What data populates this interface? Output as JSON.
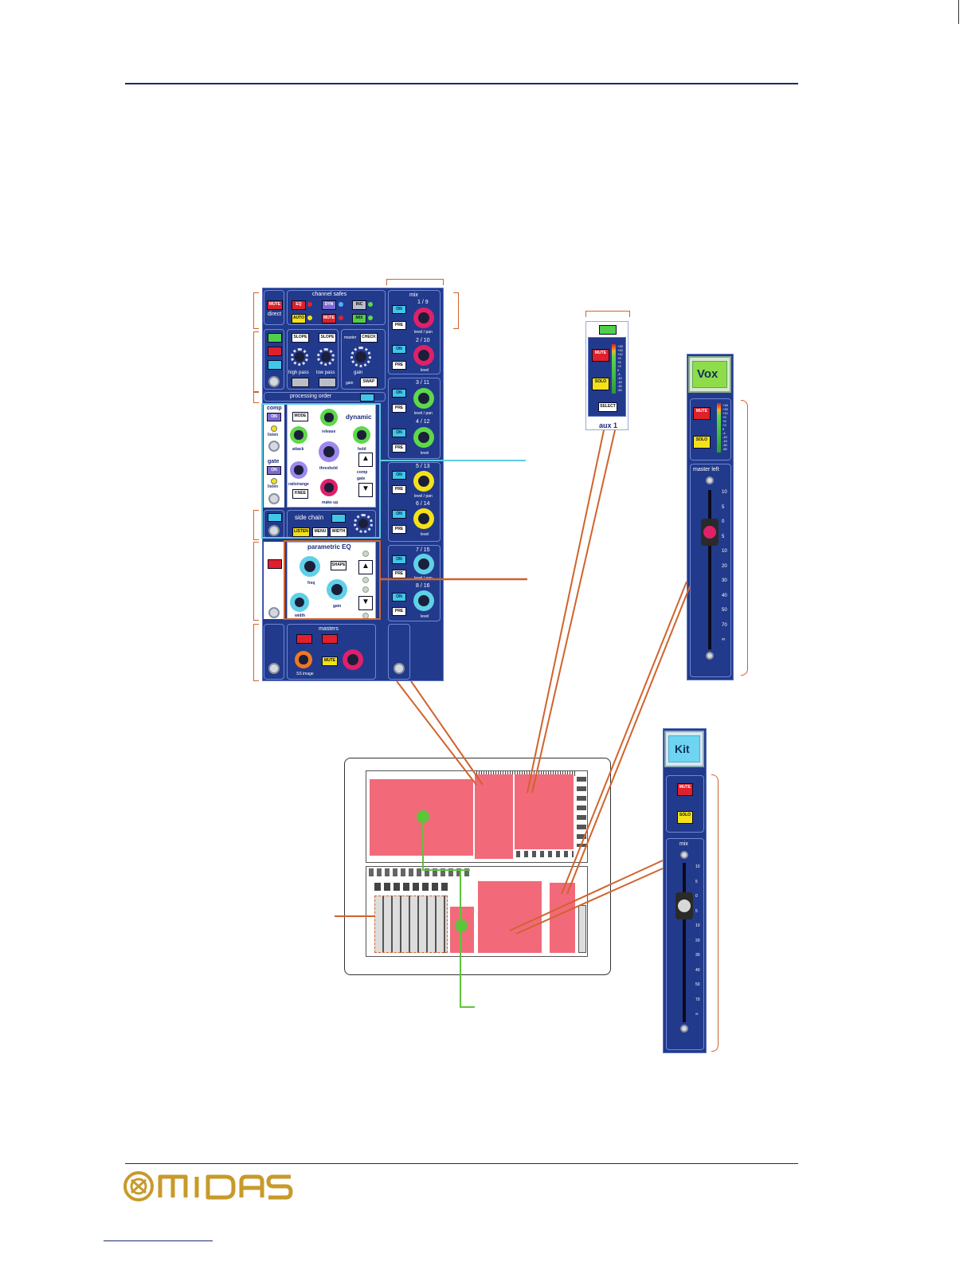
{
  "panel": {
    "direct": {
      "mute": "MUTE",
      "label": "direct"
    },
    "channel_safes": {
      "title": "channel safes",
      "eq": "EQ",
      "dyn": "DYN",
      "inc": "INC",
      "auto": "AUTO",
      "mute": "MUTE",
      "mix": "MIX"
    },
    "filters": {
      "slope1": "SLOPE",
      "slope2": "SLOPE",
      "master": "master",
      "check": "CHECK",
      "high_pass": "high pass",
      "low_pass": "low pass",
      "gain": "gain",
      "gain2": "gain",
      "swap": "SWAP"
    },
    "processing_order": "processing order",
    "comp": {
      "title": "comp",
      "on": "ON",
      "listen": "listen"
    },
    "gate": {
      "title": "gate",
      "on": "ON",
      "listen": "listen"
    },
    "dynamic": {
      "title": "dynamic",
      "mode": "MODE",
      "release": "release",
      "attack": "attack",
      "hold": "hold",
      "threshold": "threshold",
      "ratio_range": "ratio/range",
      "comp_gate": "comp gate",
      "knee": "KNEE",
      "make_up": "make up"
    },
    "side_chain": {
      "title": "side chain",
      "listen": "LISTEN",
      "menu": "MENU",
      "width": "WIDTH"
    },
    "peq": {
      "title": "parametric EQ",
      "shape": "SHAPE",
      "freq": "freq",
      "gain": "gain",
      "width": "width"
    },
    "masters": {
      "title": "masters",
      "mute": "MUTE",
      "ss_image": "SS image"
    },
    "mix": {
      "title": "mix",
      "channels": [
        {
          "label": "1 / 9",
          "sub": "level / pan"
        },
        {
          "label": "2 / 10",
          "sub": "level"
        },
        {
          "label": "3 / 11",
          "sub": "level / pan"
        },
        {
          "label": "4 / 12",
          "sub": "level"
        },
        {
          "label": "5 / 13",
          "sub": "level / pan"
        },
        {
          "label": "6 / 14",
          "sub": "level"
        },
        {
          "label": "7 / 15",
          "sub": "level / pan"
        },
        {
          "label": "8 / 16",
          "sub": "level"
        }
      ],
      "on": "ON",
      "pre": "PRE"
    }
  },
  "aux": {
    "mute": "MUTE",
    "solo": "SOLO",
    "select": "SELECT",
    "label": "aux 1"
  },
  "master_strip": {
    "name": "Vox",
    "mute": "MUTE",
    "solo": "SOLO",
    "label": "master left"
  },
  "mix_strip": {
    "name": "Kit",
    "mute": "MUTE",
    "solo": "SOLO",
    "label": "mix"
  },
  "meter_scale": [
    "+18",
    "+15",
    "+12",
    "+9",
    "+6",
    "+3",
    "0",
    "-4",
    "-10",
    "-15",
    "-30",
    "-50"
  ],
  "fader_scale": [
    "10",
    "5",
    "0",
    "5",
    "10",
    "20",
    "30",
    "40",
    "50",
    "70",
    "∞"
  ],
  "colors": {
    "rule": "#1a2a6c",
    "panel": "#223a8c",
    "leader_orange": "#d0632c",
    "leader_cyan": "#5ecbe0",
    "leader_green": "#5ec43c",
    "highlight": "#f26a7a"
  }
}
